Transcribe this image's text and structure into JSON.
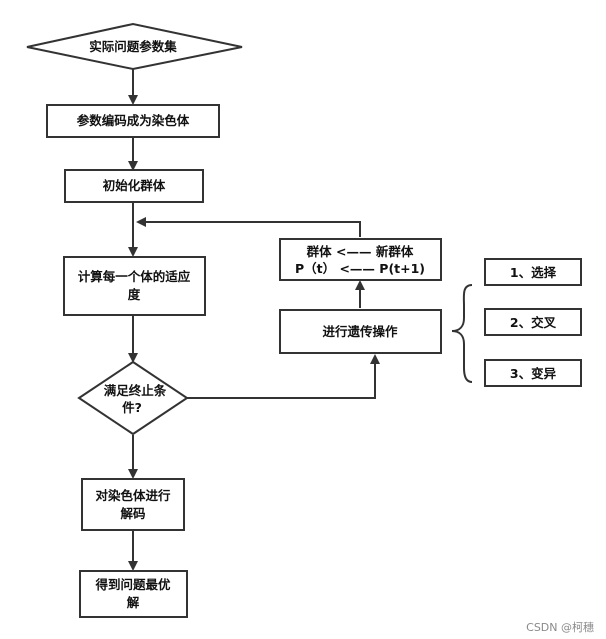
{
  "nodes": {
    "start": "实际问题参数集",
    "encode": "参数编码成为染色体",
    "init": "初始化群体",
    "fitness_line1": "计算每一个体的适应",
    "fitness_line2": "度",
    "decision_line1": "满足终止条",
    "decision_line2": "件?",
    "decode_line1": "对染色体进行",
    "decode_line2": "解码",
    "best_line1": "得到问题最优",
    "best_line2": "解",
    "update_line1": "群体 <—— 新群体",
    "update_line2": "P（t） <—— P(t+1)",
    "genetic": "进行遗传操作"
  },
  "operations": [
    "1、选择",
    "2、交叉",
    "3、变异"
  ],
  "watermark": "CSDN @柯穗",
  "colors": {
    "stroke": "#333333",
    "fill": "#ffffff",
    "text": "#111111"
  }
}
